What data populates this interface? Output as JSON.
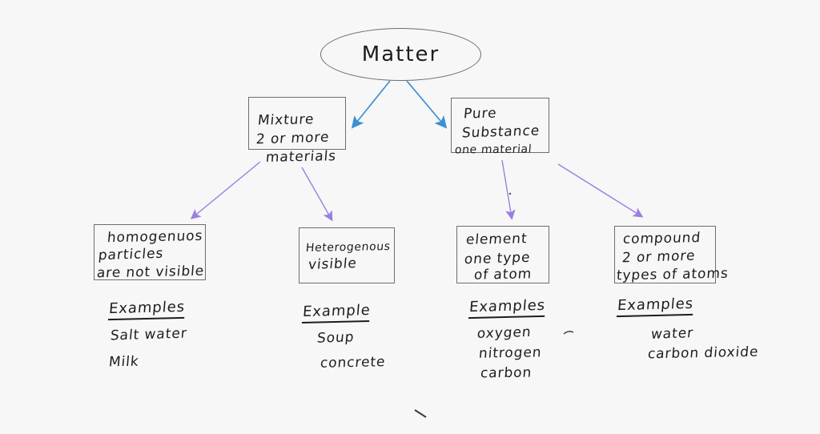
{
  "canvas": {
    "title": "Matter classification concept map",
    "background_color": "#f7f7f7",
    "ink_color": "#1d1d1f",
    "arrow_color_primary": "#3d8fd6",
    "arrow_color_secondary": "#9b7fe0"
  },
  "root": {
    "label": "Matter",
    "shape": "ellipse"
  },
  "level2": [
    {
      "id": "mixture",
      "lines": [
        "Mixture",
        "2 or more"
      ],
      "overflow_line": "materials"
    },
    {
      "id": "pure-substance",
      "lines": [
        "Pure",
        "Substance"
      ],
      "overflow_line": "one material"
    }
  ],
  "level3": [
    {
      "id": "homogenuos",
      "lines": [
        "homogenuos",
        "particles",
        "are not visible"
      ]
    },
    {
      "id": "heterogenous",
      "lines": [
        "Heterogenous",
        "visible"
      ]
    },
    {
      "id": "element",
      "lines": [
        "element",
        "one type",
        "of atom"
      ]
    },
    {
      "id": "compound",
      "lines": [
        "compound",
        "2 or more",
        "types of atoms"
      ]
    }
  ],
  "examples": [
    {
      "id": "homogenuos-examples",
      "heading": "Examples",
      "items": [
        "Salt water",
        "Milk"
      ]
    },
    {
      "id": "heterogenous-examples",
      "heading": "Example",
      "items": [
        "Soup",
        "concrete"
      ]
    },
    {
      "id": "element-examples",
      "heading": "Examples",
      "items": [
        "oxygen",
        "nitrogen",
        "carbon"
      ]
    },
    {
      "id": "compound-examples",
      "heading": "Examples",
      "items": [
        "water",
        "carbon dioxide"
      ]
    }
  ]
}
